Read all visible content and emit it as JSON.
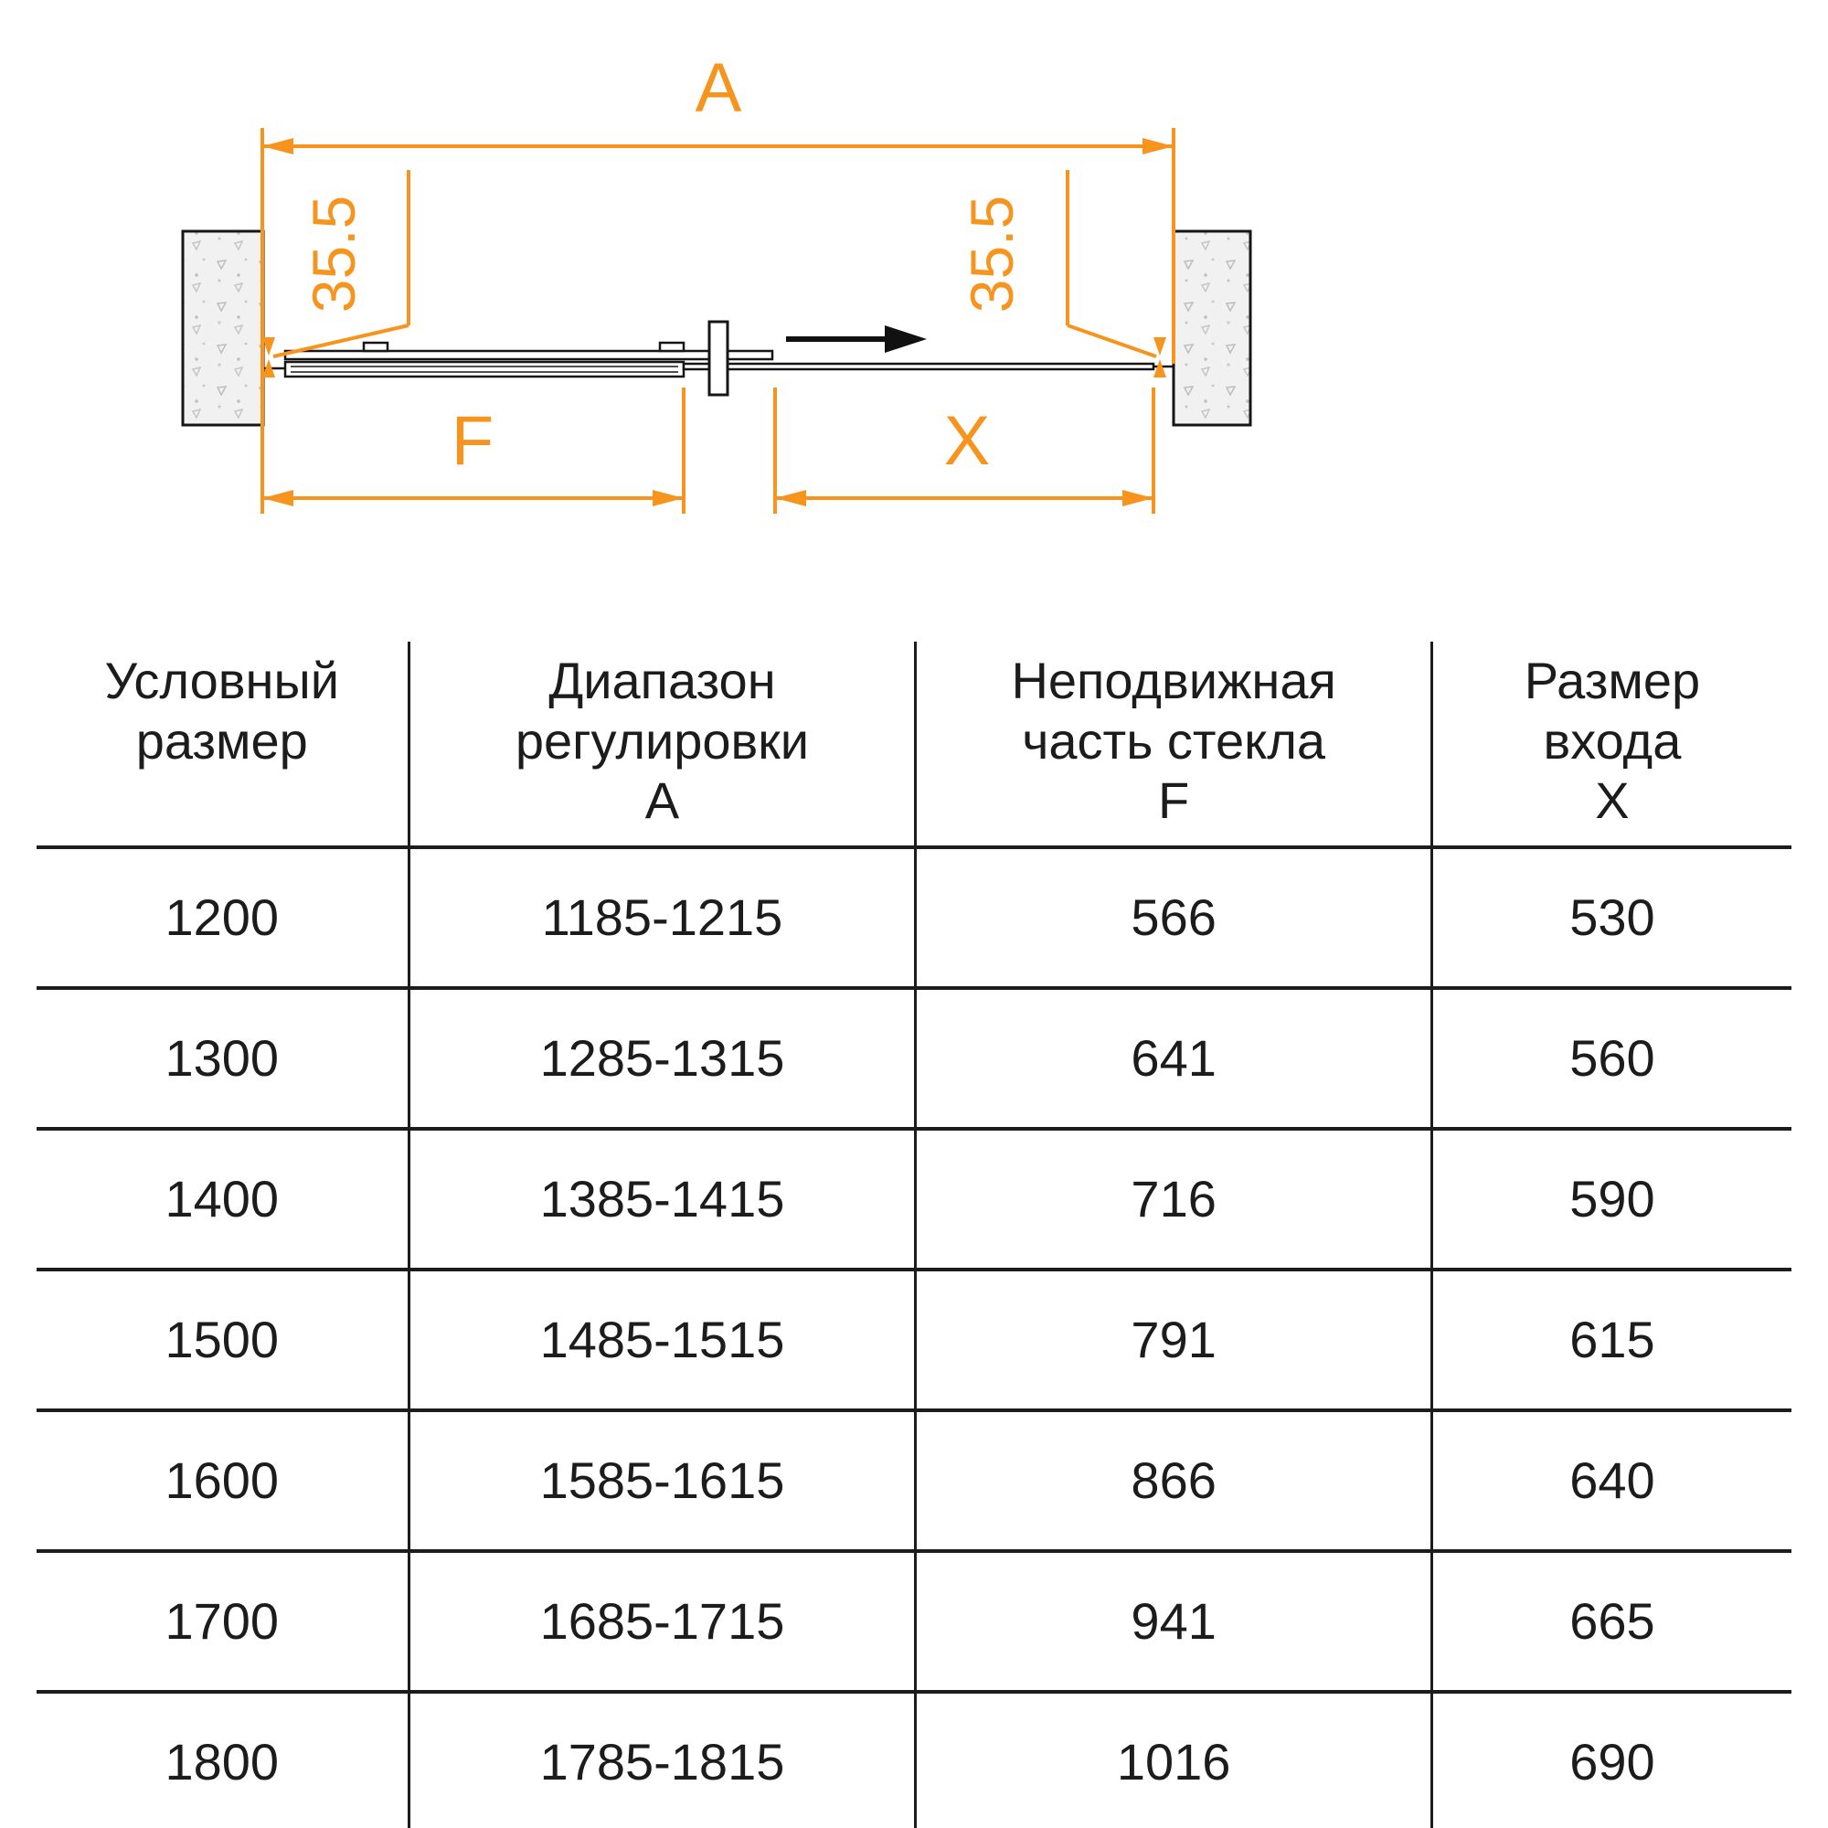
{
  "colors": {
    "accent": "#F7941E",
    "ink": "#1C1C1C"
  },
  "diagram": {
    "label_a": "A",
    "label_f": "F",
    "label_x": "X",
    "label_offset_left": "35.5",
    "label_offset_right": "35.5"
  },
  "table": {
    "headers": [
      {
        "lines": [
          "Условный",
          "размер",
          ""
        ]
      },
      {
        "lines": [
          "Диапазон",
          "регулировки",
          "А"
        ]
      },
      {
        "lines": [
          "Неподвижная",
          "часть стекла",
          "F"
        ]
      },
      {
        "lines": [
          "Размер",
          "входа",
          "Х"
        ]
      }
    ],
    "rows": [
      [
        "1200",
        "1185-1215",
        "566",
        "530"
      ],
      [
        "1300",
        "1285-1315",
        "641",
        "560"
      ],
      [
        "1400",
        "1385-1415",
        "716",
        "590"
      ],
      [
        "1500",
        "1485-1515",
        "791",
        "615"
      ],
      [
        "1600",
        "1585-1615",
        "866",
        "640"
      ],
      [
        "1700",
        "1685-1715",
        "941",
        "665"
      ],
      [
        "1800",
        "1785-1815",
        "1016",
        "690"
      ]
    ]
  }
}
